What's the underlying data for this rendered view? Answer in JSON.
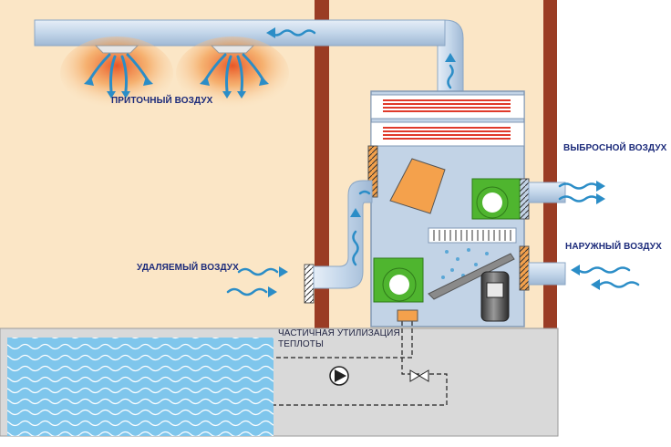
{
  "labels": {
    "supply_air": "ПРИТОЧНЫЙ ВОЗДУХ",
    "exhaust_air": "ВЫБРОСНОЙ ВОЗДУХ",
    "outdoor_air": "НАРУЖНЫЙ ВОЗДУХ",
    "extract_air": "УДАЛЯЕМЫЙ ВОЗДУХ",
    "heat_recovery_line1": "ЧАСТИЧНАЯ УТИЛИЗАЦИЯ",
    "heat_recovery_line2": "ТЕПЛОТЫ"
  },
  "colors": {
    "room_wall": "#fbe6c6",
    "column": "#9a3c24",
    "duct": "#c9d9ea",
    "unit_body": "#c2d3e6",
    "floor": "#d9d9d9",
    "pool_water": "#7fc6ec",
    "air_arrow": "#2b8dc7",
    "label_text": "#1b2a7a",
    "heater_red": "#e03a2a",
    "fan_green": "#4fb52f",
    "recuperator_orange": "#f4a14c"
  },
  "icons": [
    "diffuser-icon",
    "fan-icon",
    "heat-exchanger-icon",
    "pump-icon",
    "valve-icon",
    "compressor-icon",
    "louver-icon",
    "air-arrow-icon"
  ]
}
